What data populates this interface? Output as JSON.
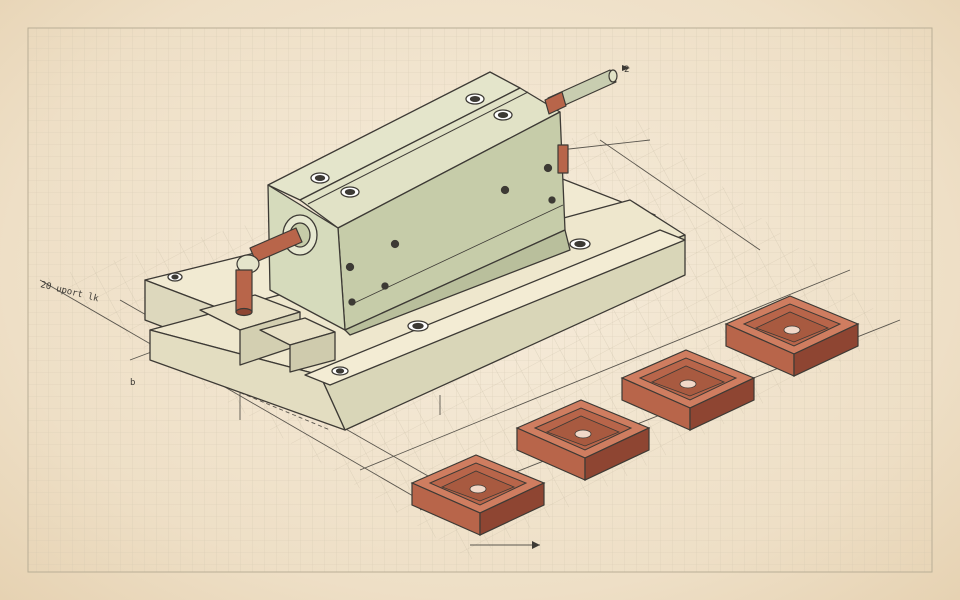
{
  "drawing": {
    "annotations": {
      "left_label": "20 uport lk",
      "left_marker": "b",
      "rod_marker": "2"
    },
    "palette": {
      "paper": "#f3e8d5",
      "grid": "#c9bfa8",
      "ink": "#3d3a35",
      "mold_steel": "#e1e2c6",
      "mold_side": "#c6cca9",
      "base": "#efe8d0",
      "copper": "#b8654a",
      "copper_dark": "#8e4532",
      "copper_light": "#cf7d60"
    },
    "parts": {
      "cavity_count": 4
    }
  }
}
